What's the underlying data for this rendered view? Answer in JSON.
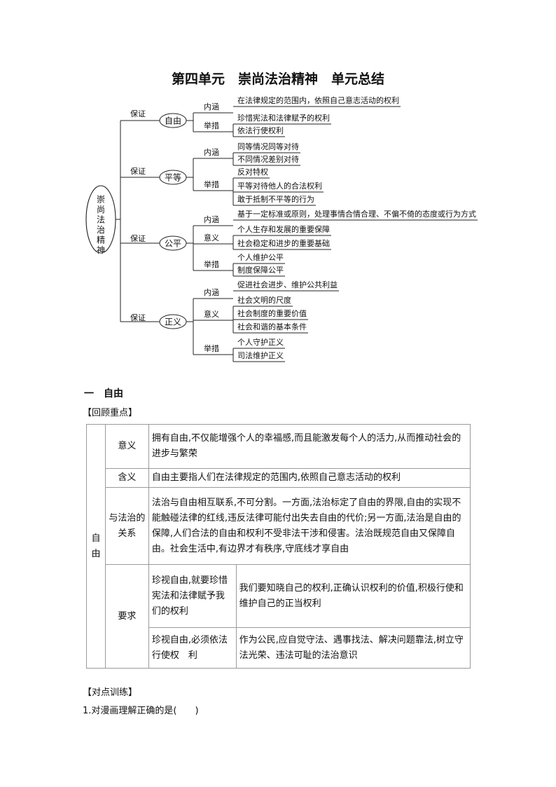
{
  "title": "第四单元　崇尚法治精神　单元总结",
  "mindmap": {
    "root": "崇尚法治精神",
    "branches": [
      {
        "edge": "保证",
        "node": "自由",
        "groups": [
          {
            "label": "内涵",
            "items": [
              "在法律规定的范围内，依照自己意志活动的权利"
            ]
          },
          {
            "label": "举措",
            "items": [
              "珍惜宪法和法律赋予的权利",
              "依法行使权利"
            ]
          }
        ]
      },
      {
        "edge": "保证",
        "node": "平等",
        "groups": [
          {
            "label": "内涵",
            "items": [
              "同等情况同等对待",
              "不同情况差别对待"
            ]
          },
          {
            "label": "举措",
            "items": [
              "反对特权",
              "平等对待他人的合法权利",
              "敢于抵制不平等的行为"
            ]
          }
        ]
      },
      {
        "edge": "保证",
        "node": "公平",
        "groups": [
          {
            "label": "内涵",
            "items": [
              "基于一定标准或原则，处理事情合情合理、不偏不倚的态度或行为方式"
            ]
          },
          {
            "label": "意义",
            "items": [
              "个人生存和发展的重要保障",
              "社会稳定和进步的重要基础"
            ]
          },
          {
            "label": "举措",
            "items": [
              "个人维护公平",
              "制度保障公平"
            ]
          }
        ]
      },
      {
        "edge": "保证",
        "node": "正义",
        "groups": [
          {
            "label": "内涵",
            "items": [
              "促进社会进步、维护公共利益"
            ]
          },
          {
            "label": "意义",
            "items": [
              "社会文明的尺度",
              "社会制度的重要价值",
              "社会和谐的基本条件"
            ]
          },
          {
            "label": "举措",
            "items": [
              "个人守护正义",
              "司法维护正义"
            ]
          }
        ]
      }
    ]
  },
  "section": {
    "heading": "一　自由",
    "review_label": "【回顾重点】",
    "table": {
      "subject": "自由",
      "rows": {
        "meaning_label": "意义",
        "meaning_text": "拥有自由,不仅能增强个人的幸福感,而且能激发每个人的活力,从而推动社会的进步与繁荣",
        "definition_label": "含义",
        "definition_text": "自由主要指人们在法律规定的范围内,依照自己意志活动的权利",
        "relation_label": "与法治的关系",
        "relation_text": "法治与自由相互联系,不可分割。一方面,法治标定了自由的界限,自由的实现不能触碰法律的红线,违反法律可能付出失去自由的代价;另一方面,法治是自由的保障,人们合法的自由和权利不受非法干涉和侵害。法治既规范自由又保障自由。社会生活中,有边界才有秩序,守底线才享自由",
        "requirement_label": "要求",
        "req1_label": "珍视自由,就要珍惜宪法和法律赋予我们的权利",
        "req1_text": "我们要知晓自己的权利,正确认识权利的价值,积极行使和维护自己的正当权利",
        "req2_label": "珍视自由,必须依法行使权　利",
        "req2_text": "作为公民,应自觉守法、遇事找法、解决问题靠法,树立守法光荣、违法可耻的法治意识"
      }
    },
    "practice_label": "【对点训练】",
    "question_1": "1.对漫画理解正确的是(　　)"
  }
}
